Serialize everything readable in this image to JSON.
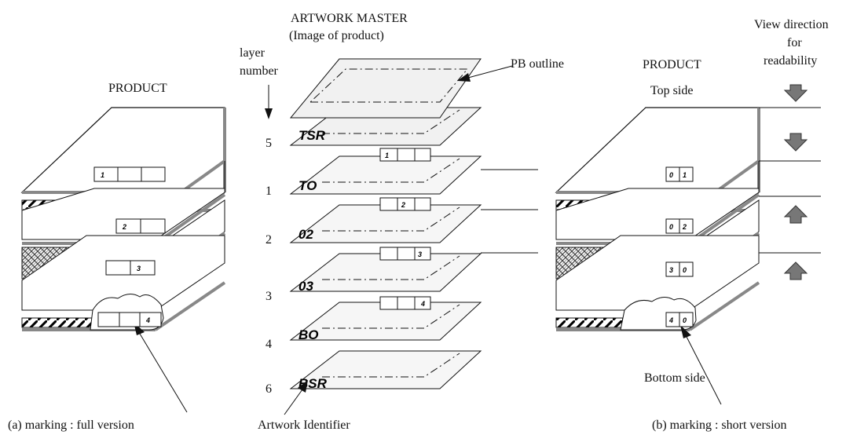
{
  "left": {
    "title": "PRODUCT",
    "caption": "(a) marking : full version",
    "marks": [
      [
        "1",
        "",
        ""
      ],
      [
        "2",
        ""
      ],
      [
        "",
        "3"
      ],
      [
        "",
        "",
        "4"
      ]
    ]
  },
  "center": {
    "title": "ARTWORK MASTER",
    "subtitle": "(Image of product)",
    "layer_label_line1": "layer",
    "layer_label_line2": "number",
    "pb_outline": "PB outline",
    "caption": "Artwork Identifier",
    "layers": [
      {
        "number": "5",
        "code": "TSR"
      },
      {
        "number": "1",
        "code": "TO"
      },
      {
        "number": "2",
        "code": "02"
      },
      {
        "number": "3",
        "code": "03"
      },
      {
        "number": "4",
        "code": "BO"
      },
      {
        "number": "6",
        "code": "BSR"
      }
    ],
    "marks": [
      [
        "1",
        "",
        ""
      ],
      [
        "2",
        ""
      ],
      [
        "",
        "3"
      ],
      [
        "",
        "",
        "4"
      ]
    ]
  },
  "right": {
    "title": "PRODUCT",
    "top_side": "Top side",
    "bottom_side": "Bottom side",
    "caption": "(b) marking : short version",
    "view_line1": "View direction",
    "view_line2": "for",
    "view_line3": "readability",
    "marks": [
      [
        "0",
        "1"
      ],
      [
        "0",
        "2"
      ],
      [
        "3",
        "0"
      ],
      [
        "4",
        "0"
      ]
    ]
  },
  "colors": {
    "line": "#111111",
    "edge": "#888888",
    "sheet": "#f3f3f3",
    "arrow": "#6f6f6f"
  }
}
